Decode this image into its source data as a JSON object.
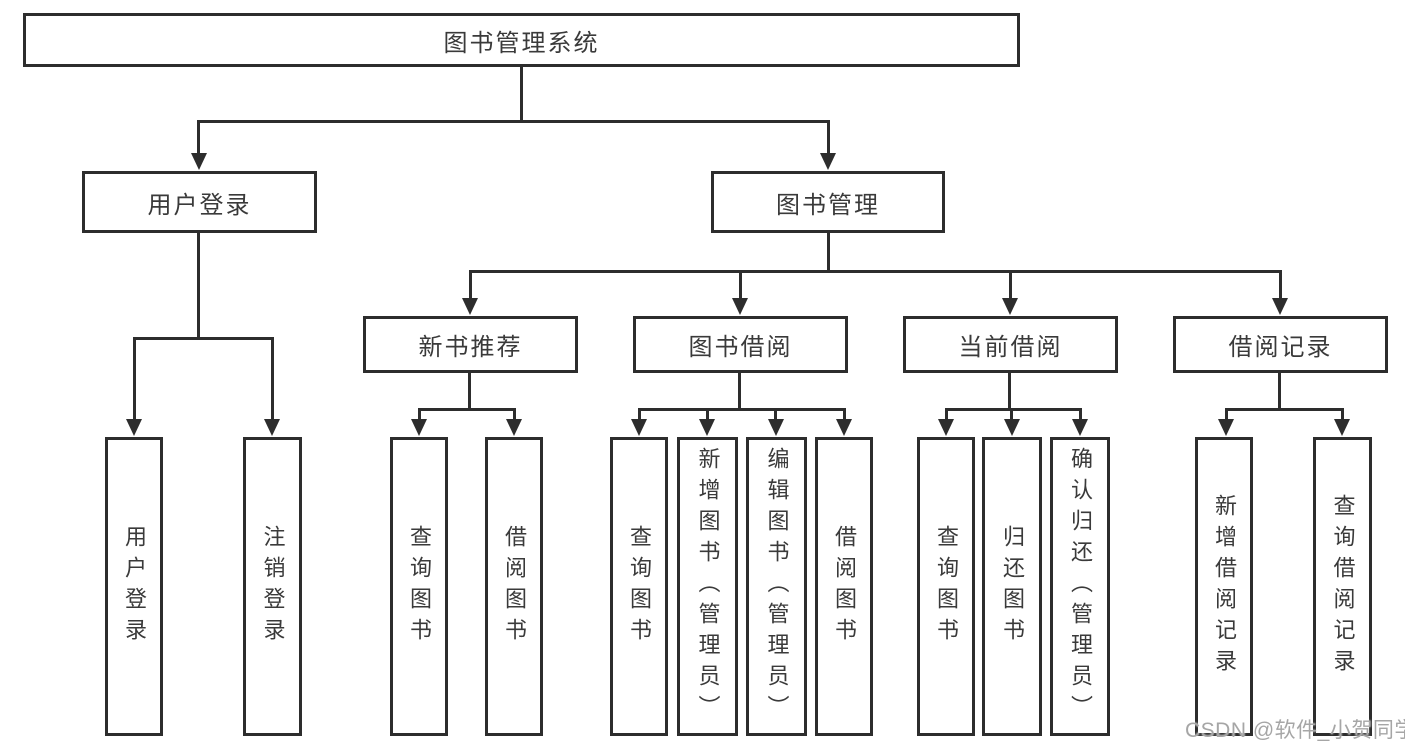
{
  "diagram_title": "图书管理系统",
  "nodes": {
    "root": "图书管理系统",
    "user_login": {
      "label": "用户登录",
      "children": [
        "用户登录",
        "注销登录"
      ]
    },
    "book_management": {
      "label": "图书管理",
      "sections": [
        {
          "label": "新书推荐",
          "children": [
            "查询图书",
            "借阅图书"
          ]
        },
        {
          "label": "图书借阅",
          "children": [
            "查询图书",
            "新增图书（管理员）",
            "编辑图书（管理员）",
            "借阅图书"
          ]
        },
        {
          "label": "当前借阅",
          "children": [
            "查询图书",
            "归还图书",
            "确认归还（管理员）"
          ]
        },
        {
          "label": "借阅记录",
          "children": [
            "新增借阅记录",
            "查询借阅记录"
          ]
        }
      ]
    }
  },
  "watermark": {
    "text": "CSDN @软件_小贺同学",
    "color": "#a6a6a6"
  },
  "colors": {
    "line": "#2d2d2d",
    "text": "#3a3a3a",
    "background": "#ffffff"
  }
}
